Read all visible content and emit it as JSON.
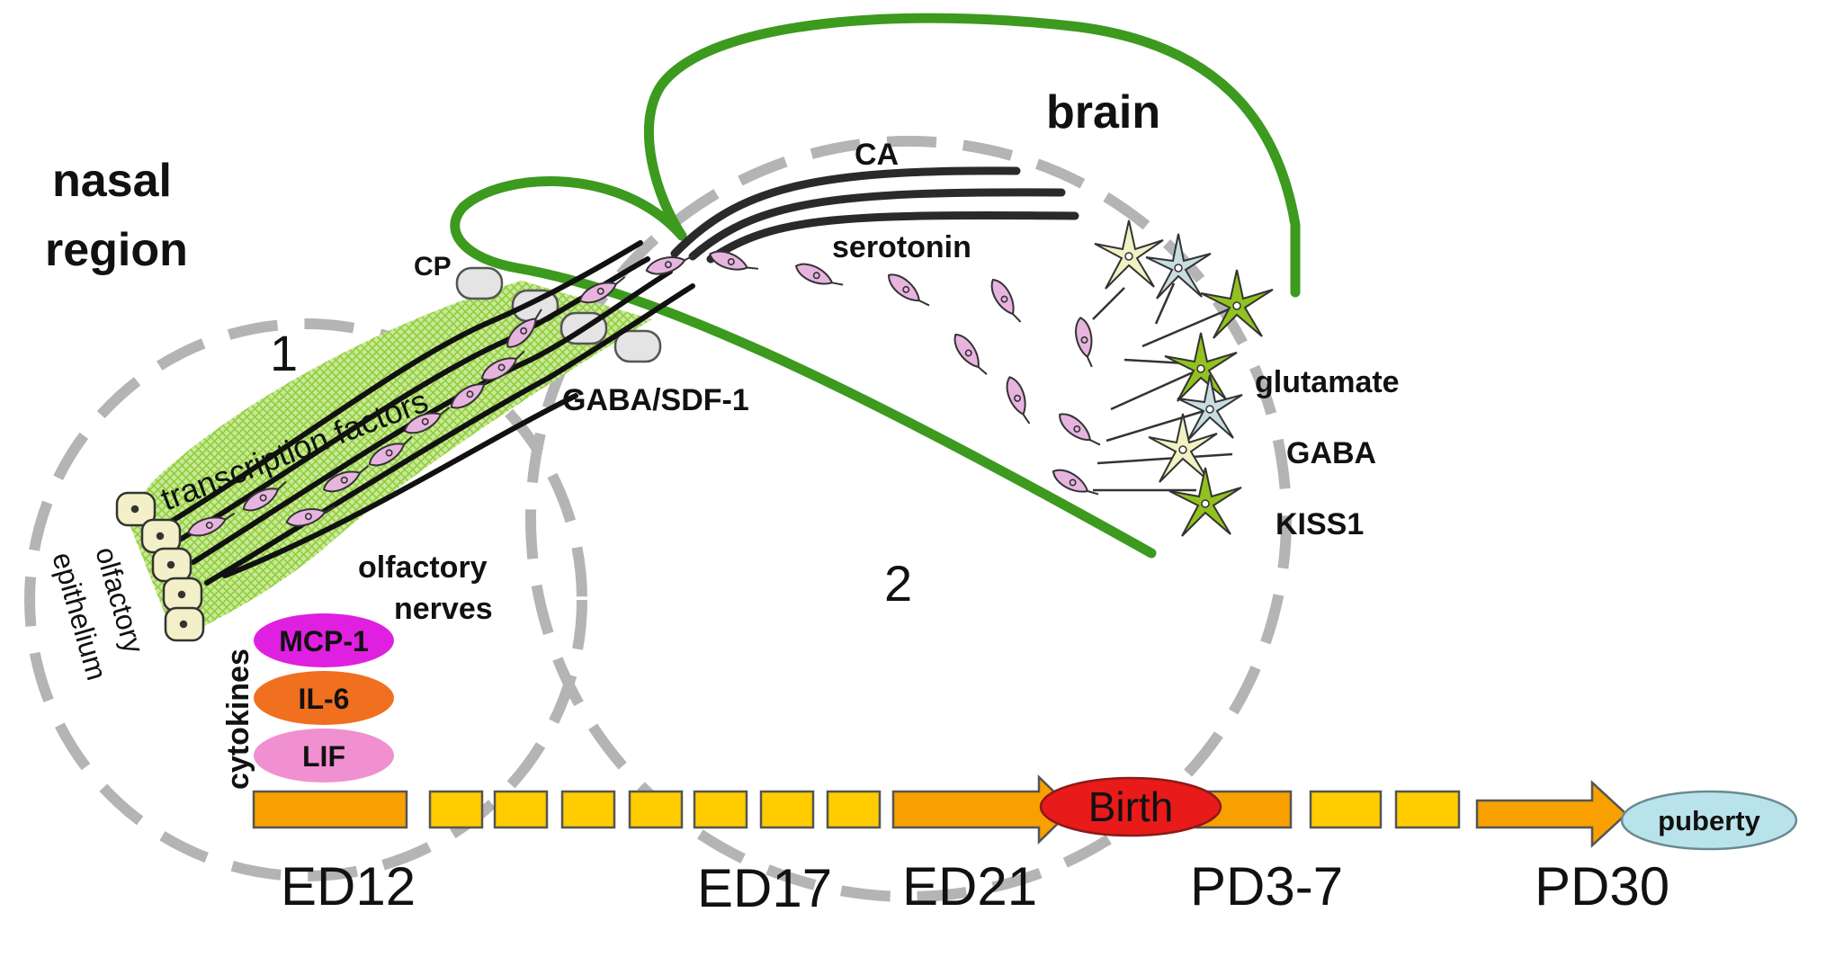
{
  "labels": {
    "nasal_region": [
      "nasal",
      "region"
    ],
    "brain": "brain",
    "region_1": "1",
    "region_2": "2",
    "cp": "CP",
    "ca": "CA",
    "serotonin": "serotonin",
    "transcription_factors": "transcription factors",
    "gaba_sdf1": "GABA/SDF-1",
    "olfactory_nerves": [
      "olfactory",
      "nerves"
    ],
    "olfactory_epithelium": [
      "olfactory",
      "epithelium"
    ],
    "cytokines": "cytokines",
    "glutamate": "glutamate",
    "gaba": "GABA",
    "kiss1": "KISS1"
  },
  "cytokine_list": [
    {
      "label": "MCP-1",
      "color": "#e020e0"
    },
    {
      "label": "IL-6",
      "color": "#f07020"
    },
    {
      "label": "LIF",
      "color": "#f090d0"
    }
  ],
  "timeline": {
    "birth": "Birth",
    "puberty": "puberty",
    "stages": [
      "ED12",
      "ED17",
      "ED21",
      "PD3-7",
      "PD30"
    ]
  },
  "colors": {
    "brain_outline": "#3c9a1e",
    "dashed_circle": "#b4b4b4",
    "neuron": "#e7b4e0",
    "timeline_bar": "#f7a000",
    "timeline_segment": "#ffcc00",
    "birth": "#e81a1a",
    "puberty": "#b9e3ea"
  }
}
